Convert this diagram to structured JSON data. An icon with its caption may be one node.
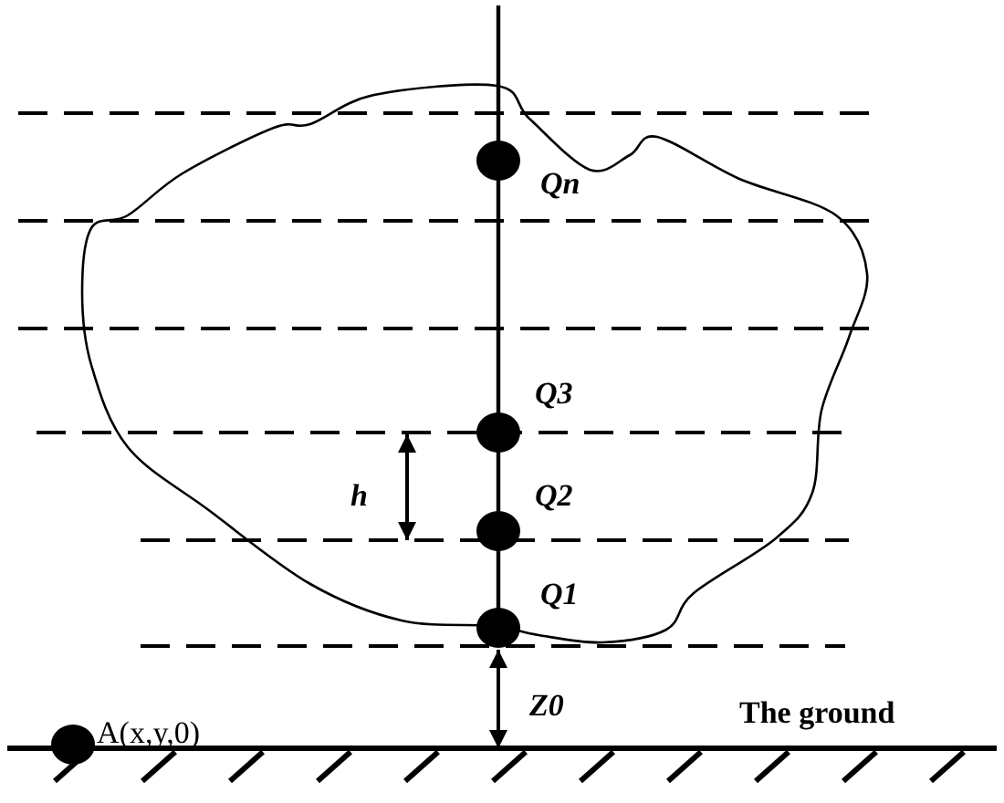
{
  "diagram": {
    "labels": [
      "Qn",
      "Q3",
      "Q2",
      "Q1",
      "h",
      "Z0",
      "A(x,y,0)",
      "The ground"
    ]
  }
}
